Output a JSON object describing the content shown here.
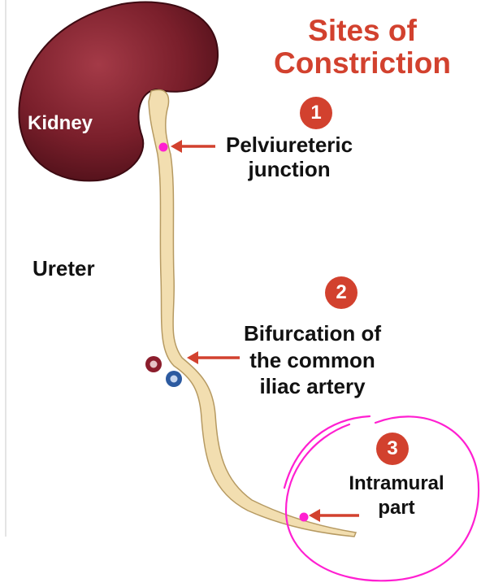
{
  "title": {
    "line1": "Sites of",
    "line2": "Constriction"
  },
  "labels": {
    "kidney": "Kidney",
    "ureter": "Ureter"
  },
  "sites": [
    {
      "number": "1",
      "line1": "Pelviureteric",
      "line2": "junction",
      "line3": ""
    },
    {
      "number": "2",
      "line1": "Bifurcation of",
      "line2": "the common",
      "line3": "iliac artery"
    },
    {
      "number": "3",
      "line1": "Intramural",
      "line2": "part",
      "line3": ""
    }
  ],
  "colors": {
    "title": "#d2412e",
    "badge": "#d2412e",
    "kidney": "#7a1f2b",
    "ureter": "#f2deb0",
    "arrow": "#d2412e",
    "highlight": "#ff1fd1",
    "artery": "#8b1d2c",
    "vein": "#2c5aa0"
  }
}
